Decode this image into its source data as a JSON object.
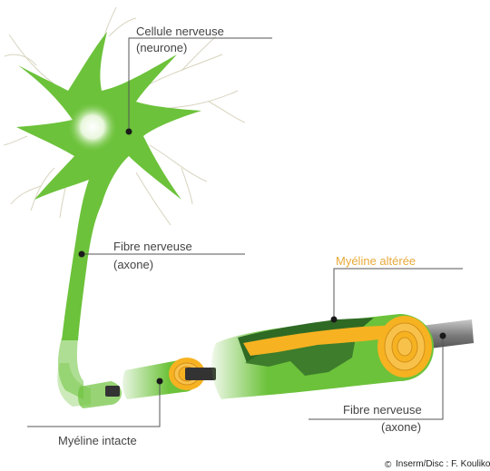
{
  "labels": {
    "cell_line1": "Cellule nerveuse",
    "cell_line2": "(neurone)",
    "fiber_top_line1": "Fibre nerveuse",
    "fiber_top_line2": "(axone)",
    "myelin_damaged": "Myéline altérée",
    "fiber_bottom_line1": "Fibre nerveuse",
    "fiber_bottom_line2": "(axone)",
    "myelin_intact": "Myéline intacte"
  },
  "credit": {
    "symbol": "©",
    "text": "Inserm/Disc : F. Koulikof"
  },
  "colors": {
    "neuron_green": "#6cc23a",
    "myelin_yellow": "#f6b221",
    "label_text": "#444444",
    "label_orange": "#e8a93a",
    "leader_line": "#555555"
  }
}
